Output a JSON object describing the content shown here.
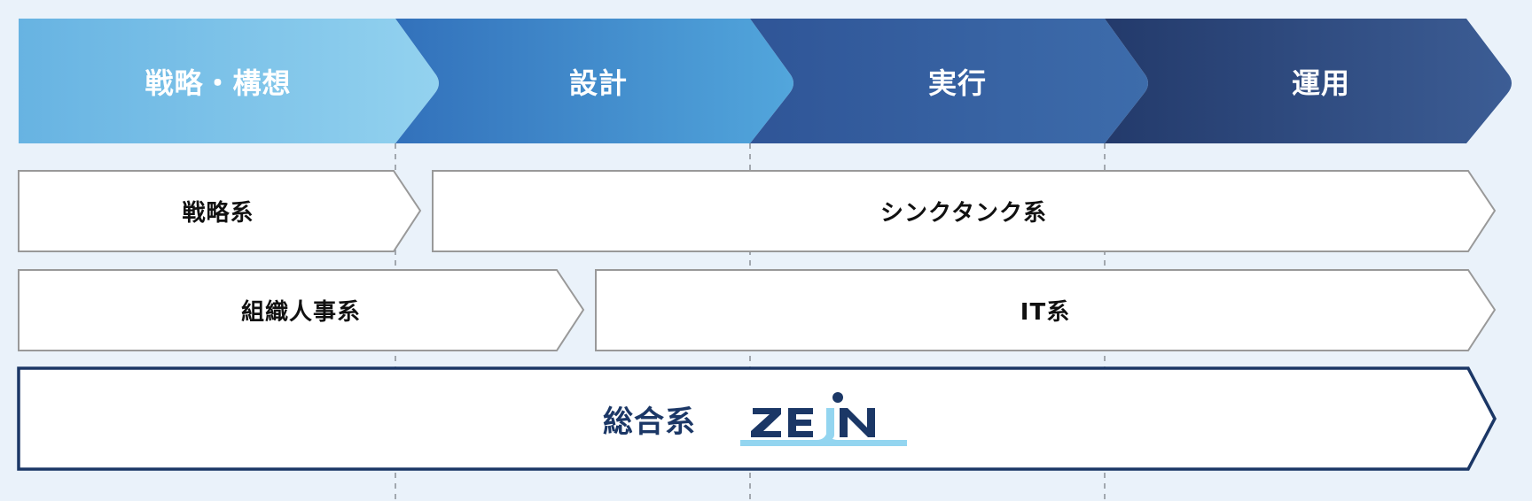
{
  "colors": {
    "background": "#eaf2fa",
    "phase_strategy": [
      "#67b3e2",
      "#93d2ef"
    ],
    "phase_design": [
      "#3271bb",
      "#52a6dc"
    ],
    "phase_execution": [
      "#2f5597",
      "#3d6cab"
    ],
    "phase_operation": [
      "#233a6b",
      "#3c5d95"
    ],
    "row_border": "#999999",
    "general_border": "#1b3766",
    "logo_dark": "#1b3766",
    "logo_light": "#93d5f0"
  },
  "phases": [
    {
      "label": "戦略・構想"
    },
    {
      "label": "設計"
    },
    {
      "label": "実行"
    },
    {
      "label": "運用"
    }
  ],
  "firm_types": {
    "strategy": "戦略系",
    "think_tank": "シンクタンク系",
    "organization_hr": "組織人事系",
    "it": "IT系",
    "general": "総合系"
  },
  "logo": {
    "text": "ZEIN",
    "icon": "zein-logo"
  }
}
